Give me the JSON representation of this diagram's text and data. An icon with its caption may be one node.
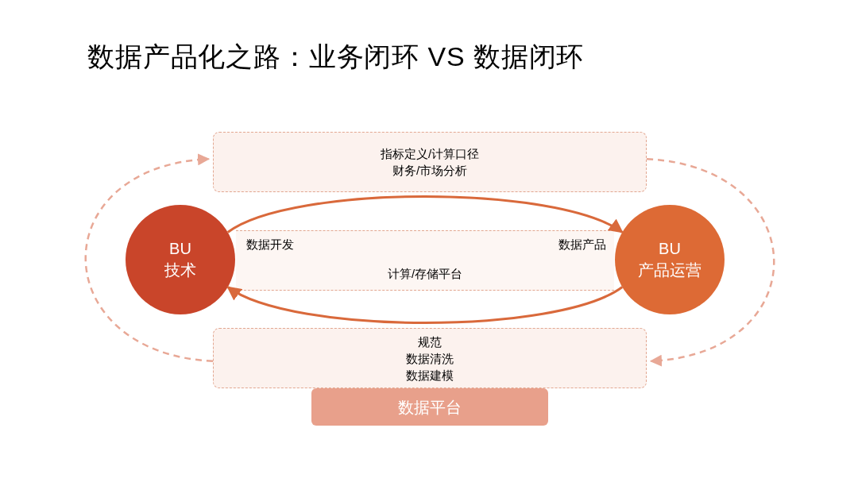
{
  "diagram": {
    "title": "数据产品化之路：业务闭环 VS 数据闭环",
    "nodes": [
      {
        "text": [
          "指标定义/计算口径",
          "财务/市场分析"
        ]
      },
      {
        "text": [
          "数据开发",
          "数据产品",
          "计算/存储平台"
        ]
      },
      {
        "text": [
          "BU",
          "技术"
        ]
      },
      {
        "text": [
          "BU",
          "产品运营"
        ]
      },
      {
        "text": [
          "规范",
          "数据清洗",
          "数据建模"
        ]
      },
      {
        "text": [
          "数据平台"
        ]
      }
    ],
    "edges": [
      {
        "from": 2,
        "to": 3,
        "arrow": "to"
      },
      {
        "from": 3,
        "to": 2,
        "arrow": "to"
      },
      {
        "from": 4,
        "to": 0,
        "arrow": "to",
        "style": "dashed",
        "color": "#e8a896"
      },
      {
        "from": 0,
        "to": 4,
        "arrow": "to",
        "style": "dashed",
        "color": "#e8a896"
      }
    ]
  }
}
